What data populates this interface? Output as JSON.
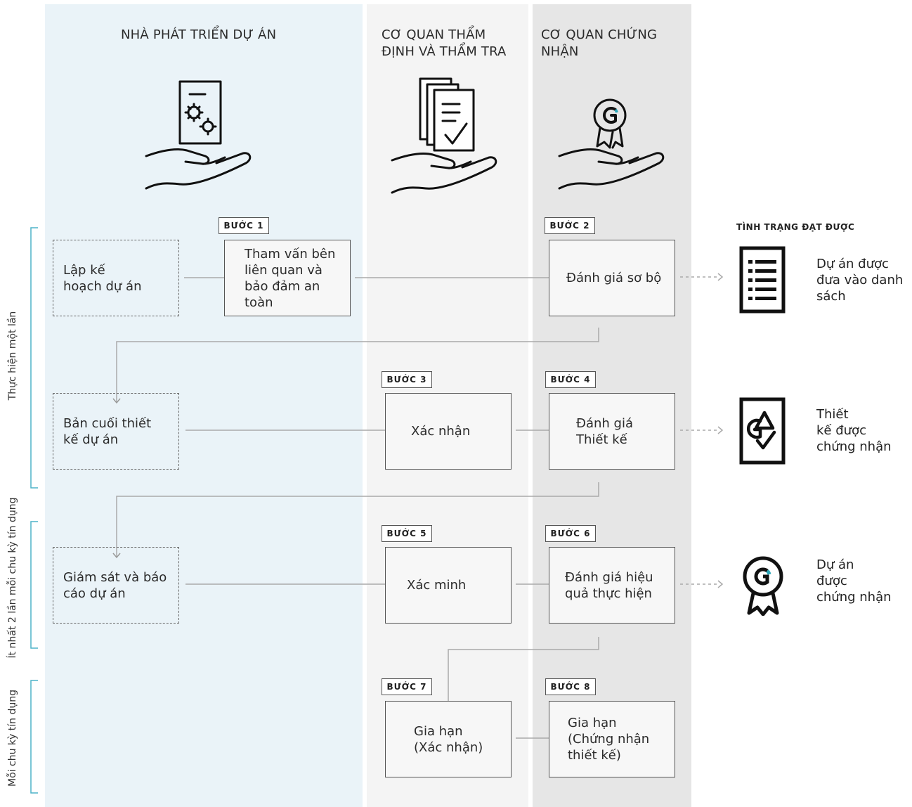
{
  "columns": {
    "developer": "NHÀ PHÁT TRIỂN DỰ ÁN",
    "validator": "CƠ QUAN THẨM\nĐỊNH VÀ THẨM TRA",
    "certifier": "CƠ QUAN CHỨNG\nNHẬN"
  },
  "side_labels": {
    "once": "Thực hiện một lần",
    "twice": "Ít nhất 2 lần mỗi chu kỳ tín dụng",
    "each": "Mỗi chu kỳ tín dụng"
  },
  "status_title": "TÌNH TRẠNG ĐẠT ĐƯỢC",
  "boxes": {
    "plan": "Lập kế\nhoạch dự án",
    "consult": "Tham vấn bên\nliên quan và\nbảo đảm an\ntoàn",
    "prelim": "Đánh giá sơ bộ",
    "final_design": "Bản cuối thiết\nkế dự án",
    "validation": "Xác nhận",
    "design_review": "Đánh giá\nThiết kế",
    "monitoring": "Giám sát và báo\ncáo dự án",
    "verification": "Xác minh",
    "performance": "Đánh giá hiệu\nquả thực hiện",
    "renew_validation": "Gia hạn\n(Xác nhận)",
    "renew_cert": "Gia hạn\n(Chứng nhận\nthiết kế)"
  },
  "steps": {
    "s1": "BƯỚC 1",
    "s2": "BƯỚC 2",
    "s3": "BƯỚC 3",
    "s4": "BƯỚC 4",
    "s5": "BƯỚC 5",
    "s6": "BƯỚC 6",
    "s7": "BƯỚC 7",
    "s8": "BƯỚC 8"
  },
  "statuses": {
    "listed": "Dự án được\nđưa vào danh\nsách",
    "design_certified": "Thiết\nkế được\nchứng nhận",
    "project_certified": "Dự  án\nđược\nchứng nhận"
  },
  "colors": {
    "developer_bg": "#eaf3f8",
    "validator_bg": "#f4f4f4",
    "certifier_bg": "#e6e6e6",
    "bracket": "#4fb3c9",
    "accent": "#2aa6b8"
  },
  "icons": [
    "document-gears-hand-icon",
    "documents-check-hand-icon",
    "certificate-badge-hand-icon",
    "list-document-icon",
    "certified-design-icon",
    "award-badge-icon"
  ]
}
